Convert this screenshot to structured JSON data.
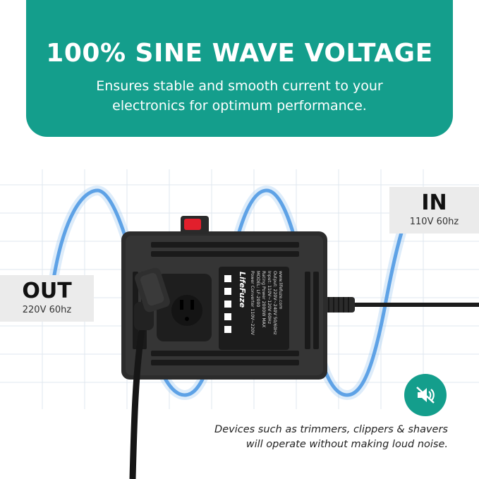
{
  "banner": {
    "title": "100% SINE WAVE VOLTAGE",
    "subtitle_line1": "Ensures stable and smooth current to your",
    "subtitle_line2": "electronics for optimum performance."
  },
  "in_label": {
    "title": "IN",
    "spec": "110V 60hz"
  },
  "out_label": {
    "title": "OUT",
    "spec": "220V 60hz"
  },
  "device": {
    "brand": "LifeFuze",
    "spec_lines": [
      "Power Converter 110V~220V",
      "MODEL: LF-2000",
      "Rating Power 2000W MAX",
      "Input: 110V~120V 60Hz",
      "Output: 220V~240V 50/60Hz",
      "www.lifefuze.com"
    ]
  },
  "note": {
    "line1": "Devices such as trimmers, clippers & shavers",
    "line2": "will operate without making loud noise."
  },
  "colors": {
    "accent": "#149e8c",
    "wave": "#3d8ee0",
    "device": "#2a2a2a"
  },
  "icons": {
    "mute": "speaker-mute-icon"
  }
}
